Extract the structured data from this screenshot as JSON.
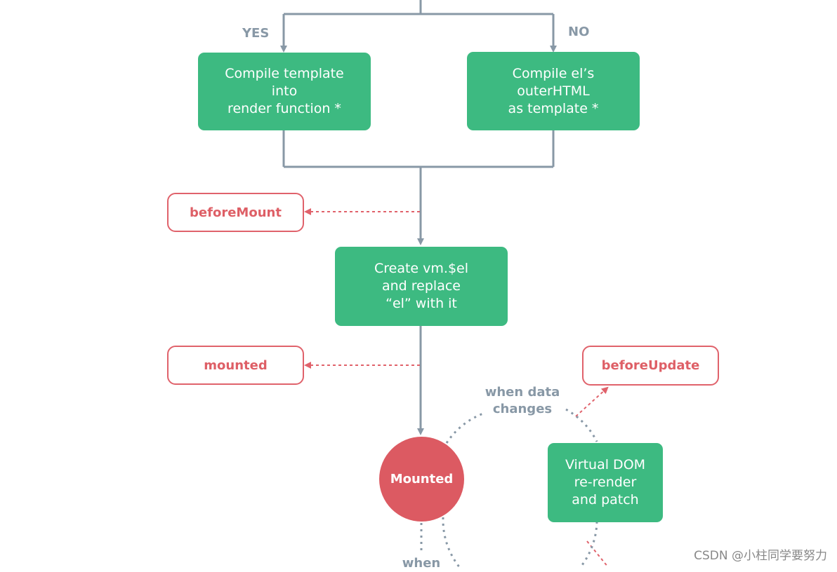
{
  "branches": {
    "yes": "YES",
    "no": "NO"
  },
  "nodes": {
    "compile_template": [
      "Compile template",
      "into",
      "render function *"
    ],
    "compile_el": [
      "Compile el’s",
      "outerHTML",
      "as template *"
    ],
    "create_el": [
      "Create vm.$el",
      "and replace",
      "“el” with it"
    ],
    "mounted_state": "Mounted",
    "vdom": [
      "Virtual DOM",
      "re-render",
      "and patch"
    ]
  },
  "hooks": {
    "before_mount": "beforeMount",
    "mounted": "mounted",
    "before_update": "beforeUpdate"
  },
  "conditions": {
    "data_changes": [
      "when data",
      "changes"
    ],
    "when_bottom": "when"
  },
  "watermark": "CSDN @小柱同学要努力",
  "colors": {
    "green": "#3dba81",
    "hook_red": "#e0626b",
    "mounted_red": "#dc5a62",
    "line_gray": "#8898a6"
  }
}
